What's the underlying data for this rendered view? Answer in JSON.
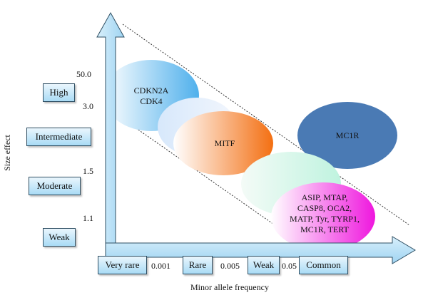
{
  "y_axis": {
    "title": "Size effect",
    "categories": [
      "High",
      "Intermediate",
      "Moderate",
      "Weak"
    ],
    "ticks": [
      "50.0",
      "3.0",
      "1.5",
      "1.1"
    ]
  },
  "x_axis": {
    "title": "Minor allele frequency",
    "categories": [
      "Very rare",
      "Rare",
      "Weak",
      "Common"
    ],
    "ticks": [
      "0.001",
      "0.005",
      "0.05"
    ]
  },
  "genes": {
    "high": [
      "CDKN2A",
      "CDK4"
    ],
    "intermediate": "MITF",
    "mc1r": "MC1R",
    "low": [
      "ASIP, MTAP,",
      "CASP8, OCA2,",
      "MATP, Tyr, TYRP1,",
      "MC1R, TERT"
    ]
  },
  "colors": {
    "axis_fill": "#bfe4f8",
    "axis_stroke": "#2f4f63",
    "high_ellipse": "#5ab7ee",
    "mitf_ellipse": "#f47a1f",
    "mc1r_ellipse": "#4a7ab4",
    "low_ellipse": "#f01ce0"
  }
}
